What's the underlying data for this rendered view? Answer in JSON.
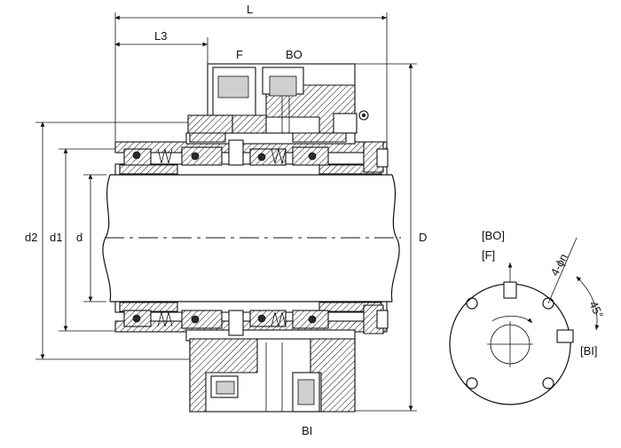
{
  "dimensions": {
    "L": "L",
    "L3": "L3",
    "F": "F",
    "BO": "BO",
    "d2": "d2",
    "d1": "d1",
    "d": "d",
    "D": "D",
    "BI": "BI"
  },
  "end_view": {
    "bo_label": "[BO]",
    "f_label": "[F]",
    "bi_label": "[BI]",
    "holes_label": "4-ϕn",
    "angle_label": "45°"
  }
}
